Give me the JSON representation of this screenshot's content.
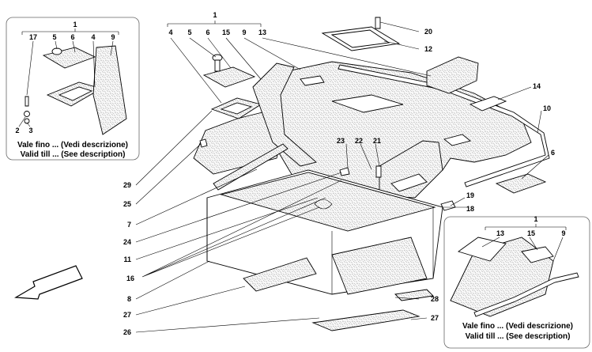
{
  "diagram": {
    "labels": {
      "main": [
        "1",
        "4",
        "5",
        "6",
        "15",
        "9",
        "13",
        "20",
        "12",
        "14",
        "10",
        "6",
        "19",
        "18",
        "23",
        "22",
        "21",
        "29",
        "25",
        "7",
        "24",
        "11",
        "16",
        "8",
        "27",
        "26",
        "28",
        "27"
      ],
      "inset_left": [
        "1",
        "17",
        "5",
        "6",
        "4",
        "9",
        "2",
        "3"
      ],
      "inset_right": [
        "1",
        "13",
        "15",
        "9"
      ]
    },
    "captions": {
      "left_it": "Vale fino ... (Vedi descrizione)",
      "left_en": "Valid till ... (See description)",
      "right_it": "Vale fino ... (Vedi descrizione)",
      "right_en": "Valid till ... (See description)"
    },
    "arrow": "direction-arrow"
  }
}
